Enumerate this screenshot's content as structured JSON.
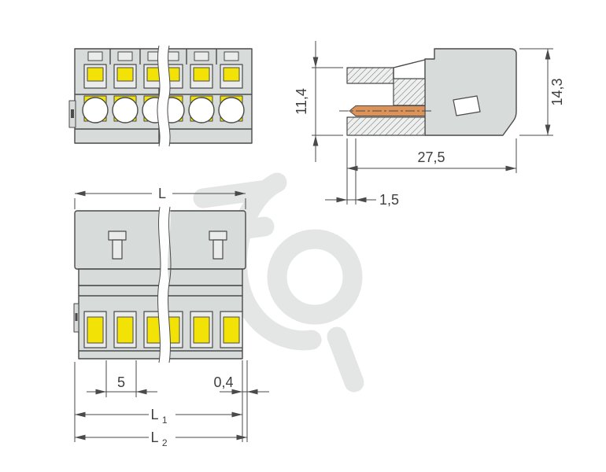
{
  "dimensions": {
    "front_height": "11,4",
    "total_height": "14,3",
    "depth": "27,5",
    "pin_setback": "1,5",
    "length": "L",
    "pole_pitch": "5",
    "edge_gap": "0,4",
    "l1_base": "L",
    "l1_sub": "1",
    "l2_base": "L",
    "l2_sub": "2"
  },
  "colors": {
    "line": "#4a4a4a",
    "body_fill": "#d7dbda",
    "body_light": "#e9eceb",
    "contact_yellow": "#f2e205",
    "pin_copper": "#dd9258",
    "watermark_gray": "#e4e5e5",
    "background": "#ffffff"
  }
}
